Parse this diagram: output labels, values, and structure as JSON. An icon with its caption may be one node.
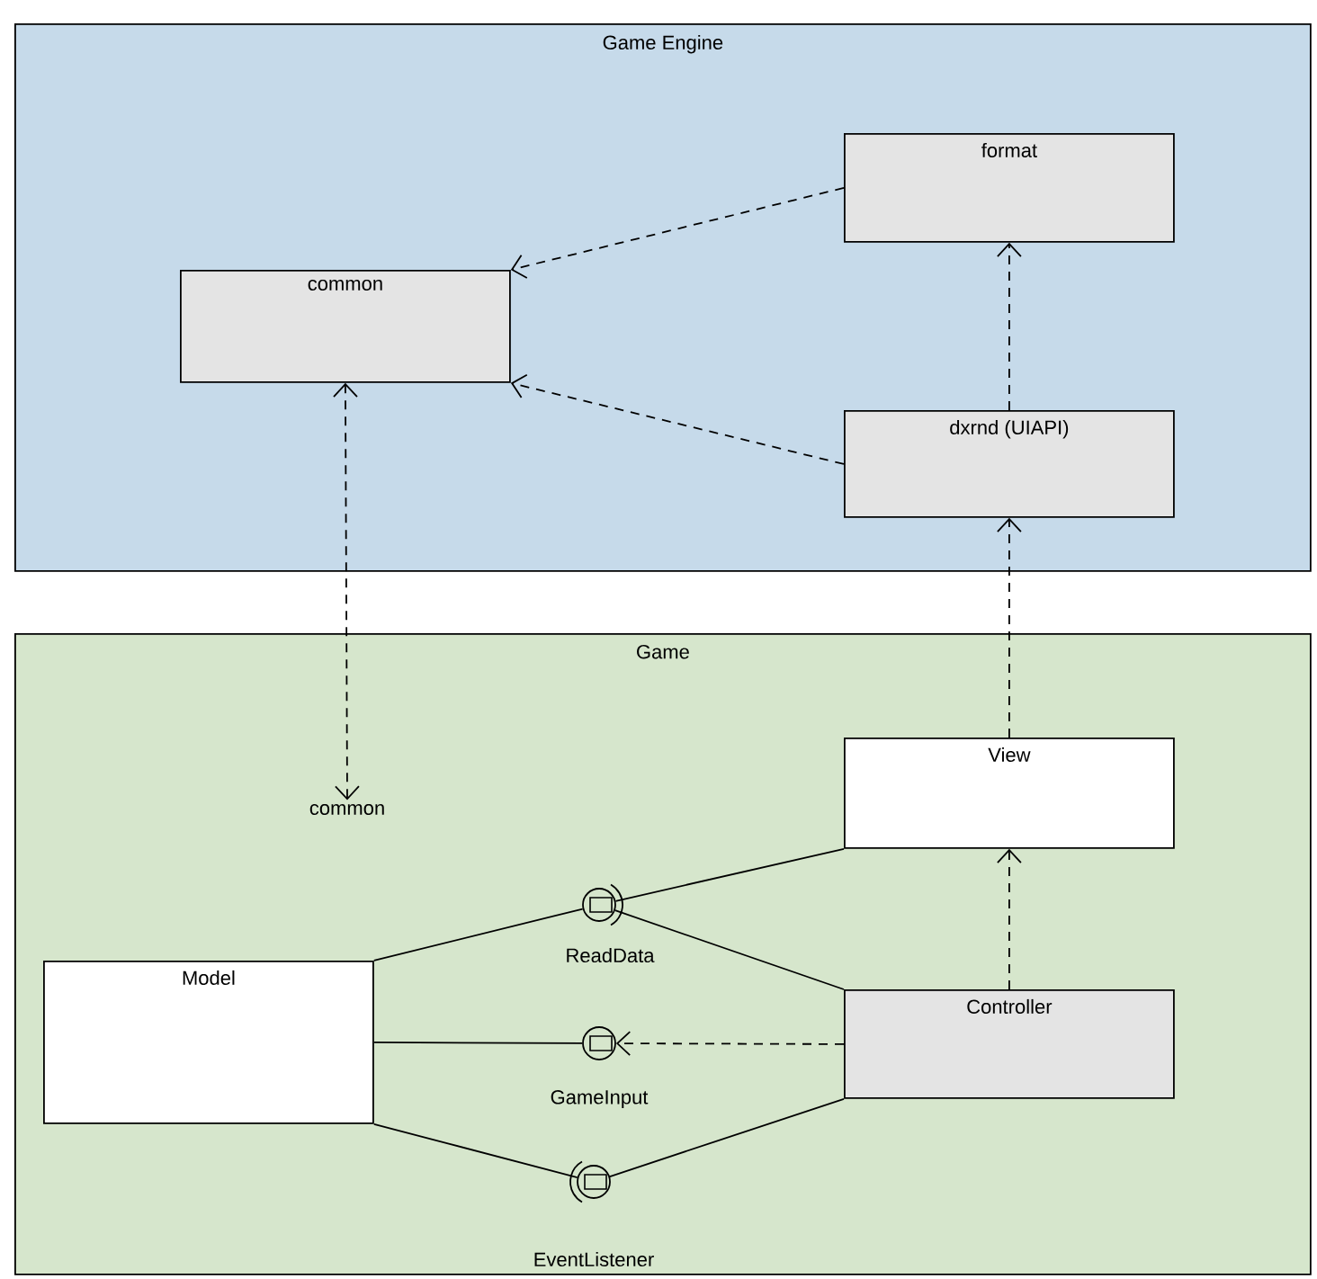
{
  "diagram": {
    "nodes": [
      {
        "text": [
          "Game Engine"
        ]
      },
      {
        "text": [
          "common"
        ],
        "in": 0
      },
      {
        "text": [
          "format"
        ],
        "in": 0
      },
      {
        "text": [
          "dxrnd (UIAPI)"
        ],
        "in": 0
      },
      {
        "text": [
          "Game"
        ]
      },
      {
        "text": [
          "common"
        ],
        "in": 4
      },
      {
        "text": [
          "View"
        ],
        "in": 4
      },
      {
        "text": [
          "Model"
        ],
        "in": 4
      },
      {
        "text": [
          "ReadData"
        ],
        "in": 4
      },
      {
        "text": [
          "Controller"
        ],
        "in": 4
      },
      {
        "text": [
          "GameInput"
        ],
        "in": 4
      },
      {
        "text": [
          "EventListener"
        ],
        "in": 4
      }
    ],
    "edges": [
      {
        "from": 2,
        "to": 1,
        "arrow": "to",
        "style": "dashed"
      },
      {
        "from": 3,
        "to": 1,
        "arrow": "to",
        "style": "dashed"
      },
      {
        "from": 3,
        "to": 2,
        "arrow": "to",
        "style": "dashed"
      },
      {
        "from": 5,
        "to": 1,
        "arrow": "both",
        "style": "dashed"
      },
      {
        "from": 6,
        "to": 3,
        "arrow": "to",
        "style": "dashed"
      },
      {
        "from": 9,
        "to": 6,
        "arrow": "to",
        "style": "dashed"
      },
      {
        "from": 7,
        "to": 8,
        "arrow": "none"
      },
      {
        "from": 8,
        "to": 6,
        "arrow": "none"
      },
      {
        "from": 8,
        "to": 9,
        "arrow": "none"
      },
      {
        "from": 7,
        "to": 10,
        "arrow": "none"
      },
      {
        "from": 9,
        "to": 10,
        "arrow": "to",
        "style": "dashed"
      },
      {
        "from": 7,
        "to": 11,
        "arrow": "none"
      },
      {
        "from": 11,
        "to": 9,
        "arrow": "none"
      }
    ]
  }
}
